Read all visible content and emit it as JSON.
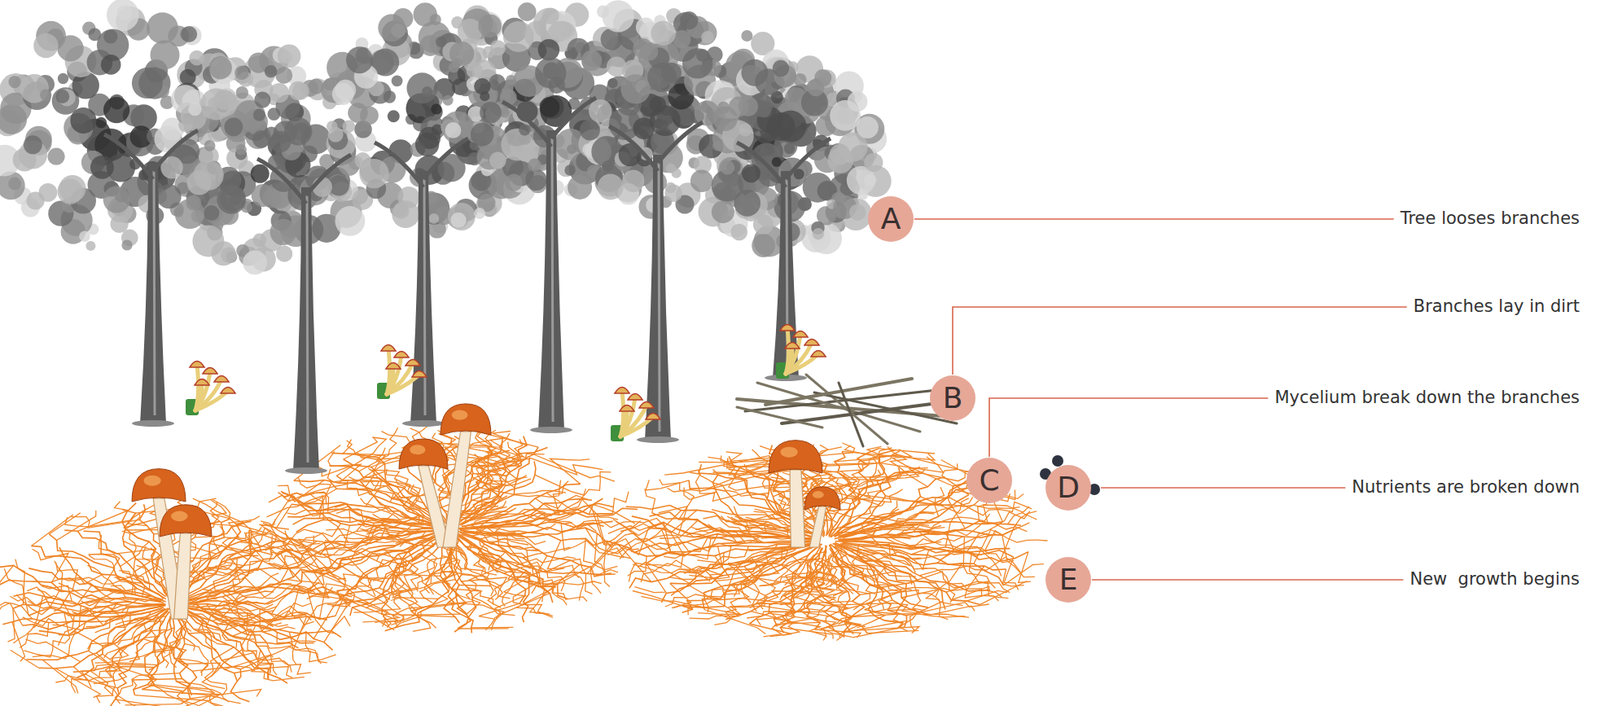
{
  "diagram": {
    "nodes": [
      {
        "text": [
          "A"
        ]
      },
      {
        "text": [
          "B"
        ]
      },
      {
        "text": [
          "C"
        ]
      },
      {
        "text": [
          "D"
        ]
      },
      {
        "text": [
          "E"
        ]
      }
    ],
    "labels": [
      "Tree looses branches",
      "Branches lay in dirt",
      "Mycelium break down the branches",
      "Nutrients are broken down",
      "New  growth begins"
    ]
  }
}
